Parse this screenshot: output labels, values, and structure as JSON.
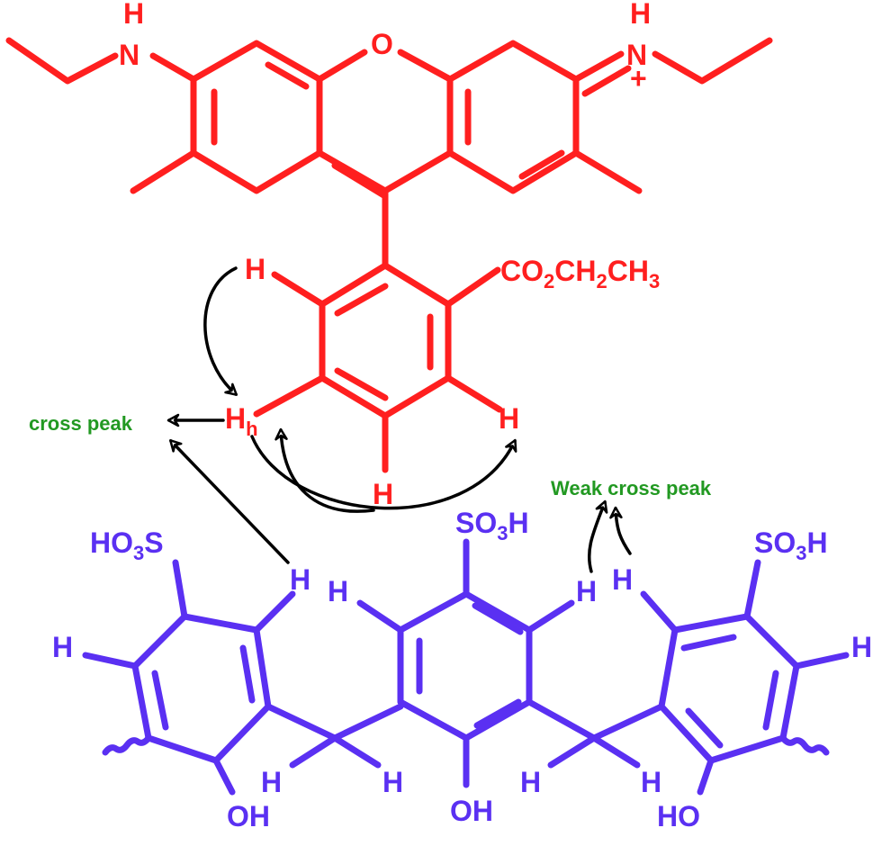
{
  "colors": {
    "rhodamine": "#ff1f1f",
    "calixarene": "#5a30f2",
    "annotation": "#229922",
    "arrow": "#000000"
  },
  "rhodamine_labels": {
    "nh_left_h": "H",
    "nh_left_n": "N",
    "oxygen": "O",
    "nh_right_h": "H",
    "nh_right_n": "N",
    "charge": "+",
    "ester": "CO",
    "ester_sub": "2",
    "ester_ch": "CH",
    "ester_sub2": "2",
    "ester_ch3": "CH",
    "ester_sub3": "3",
    "h_top": "H",
    "hh": "H",
    "hh_sub": "h",
    "h_bottom": "H",
    "h_right": "H"
  },
  "calix_labels": {
    "left_so3h_a": "HO",
    "left_so3h_sub": "3",
    "left_so3h_b": "S",
    "left_h_top": "H",
    "left_h_side": "H",
    "left_oh": "OH",
    "left_ch2_h": "H",
    "mid_so3h_a": "SO",
    "mid_so3h_sub": "3",
    "mid_so3h_b": "H",
    "mid_h_left": "H",
    "mid_h_right": "H",
    "mid_ch2_h": "H",
    "mid_oh": "OH",
    "right_ch2_h_left": "H",
    "right_ch2_h_right": "H",
    "right_so3h_a": "SO",
    "right_so3h_sub": "3",
    "right_so3h_b": "H",
    "right_h_top": "H",
    "right_h_side": "H",
    "right_oh": "HO"
  },
  "annotations": {
    "cross_peak": "cross peak",
    "weak_cross_peak": "Weak cross peak"
  }
}
